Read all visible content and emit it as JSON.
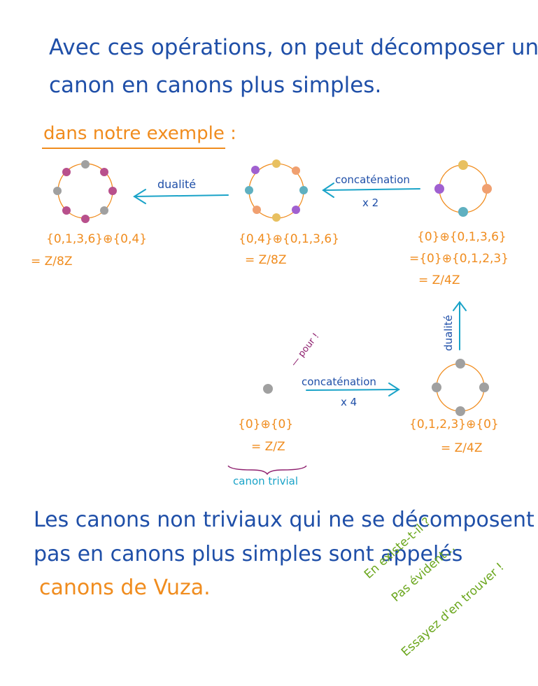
{
  "intro": {
    "line1": "Avec ces opérations, on peut décomposer un",
    "line2": "canon en canons plus simples."
  },
  "example": {
    "label": "dans notre exemple :"
  },
  "arrows": {
    "dualite_top": "dualité",
    "concat_top": "concaténation",
    "concat_top_mult": "x 2",
    "dualite_vertical": "dualité",
    "concat_bottom": "concaténation",
    "concat_bottom_mult": "x 4"
  },
  "canons": {
    "c1": {
      "formula": "{0,1,3,6}⊕{0,4}",
      "equals": "= Z/8Z"
    },
    "c2": {
      "formula": "{0,4}⊕{0,1,3,6}",
      "equals": "= Z/8Z"
    },
    "c3": {
      "formula": "{0}⊕{0,1,3,6}",
      "formula2": "={0}⊕{0,1,2,3}",
      "equals": "= Z/4Z"
    },
    "c4": {
      "formula": "{0,1,2,3}⊕{0}",
      "equals": "= Z/4Z"
    },
    "c5": {
      "formula": "{0}⊕{0}",
      "equals": "= Z/Z"
    }
  },
  "trivial": {
    "label": "canon trivial",
    "pour": "— pour !"
  },
  "bottom": {
    "line1": "Les canons non triviaux qui ne se décomposent",
    "line2": "pas en canons plus simples sont appelés",
    "line3": "canons de Vuza."
  },
  "note": {
    "line1": "En existe-t-il ?",
    "line2": "Pas évident...",
    "line3": "Essayez d'en trouver !"
  },
  "colors": {
    "blue": "#1f4fa8",
    "orange": "#f08c1e",
    "cyan": "#1aa3c8",
    "magenta": "#b8508c",
    "gray": "#a0a0a0",
    "yellow": "#e8c060",
    "salmon": "#f0a070",
    "teal": "#5fb0c0",
    "violet": "#a060d0",
    "green": "#6aa61c"
  }
}
